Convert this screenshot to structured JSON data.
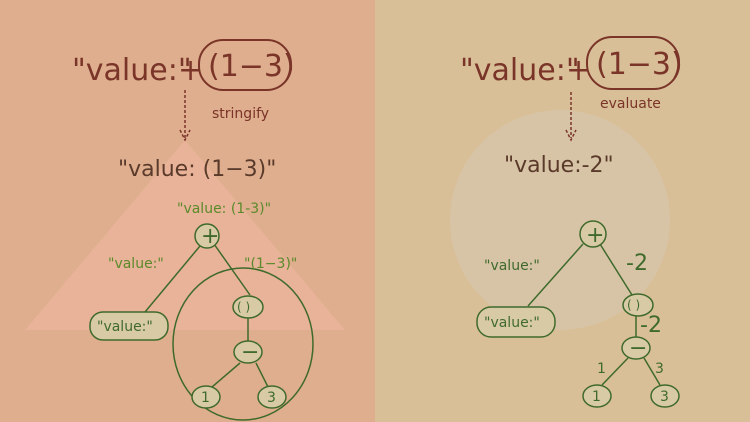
{
  "colors": {
    "left_bg": "#deae8e",
    "right_bg": "#d8bf98",
    "brown": "#7a3428",
    "green": "#3f6a2c",
    "node_fill": "#d9caa6",
    "triangle": "#f0b8a0",
    "circle": "#d7c6ad"
  },
  "left": {
    "title_string": "\"value:\"",
    "plus": "+",
    "expr": "(1−3)",
    "op_label": "stringify",
    "result": "\"value: (1−3)\"",
    "tree": {
      "root_label": "\"value: (1-3)\"",
      "root": "+",
      "left_edge_label": "\"value:\"",
      "right_edge_label": "\"(1−3)\"",
      "left_leaf": "\"value:\"",
      "paren": "( )",
      "minus": "−",
      "one": "1",
      "three": "3"
    }
  },
  "right": {
    "title_string": "\"value:\"",
    "plus": "+",
    "expr": "(1−3)",
    "op_label": "evaluate",
    "result": "\"value:-2\"",
    "tree": {
      "root": "+",
      "left_edge_label": "\"value:\"",
      "right_edge_label": "-2",
      "left_leaf": "\"value:\"",
      "paren": "( )",
      "paren_edge_label": "-2",
      "minus": "−",
      "one": "1",
      "three": "3",
      "one_edge_label": "1",
      "three_edge_label": "3"
    }
  }
}
